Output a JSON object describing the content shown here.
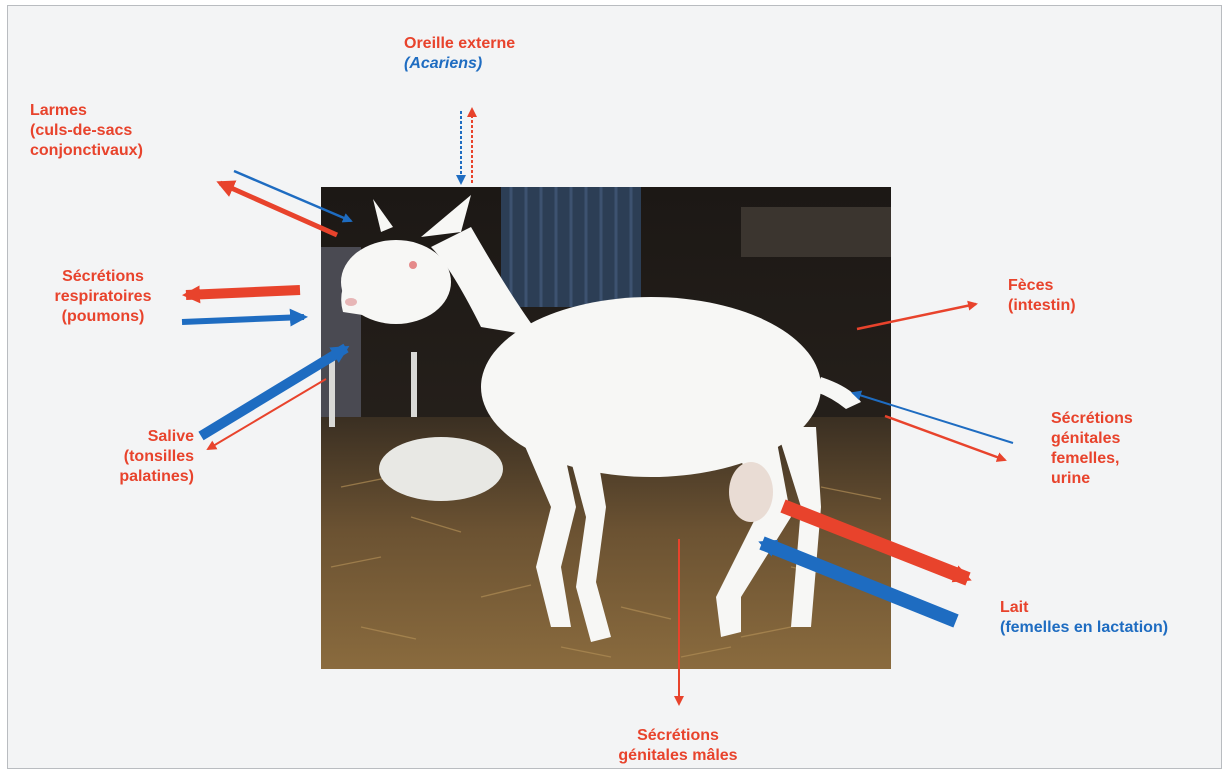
{
  "colors": {
    "excretion_red": "#e8432c",
    "entry_blue": "#1e6cc1",
    "background": "#f3f4f5"
  },
  "labels": {
    "oreille": {
      "line1": "Oreille externe",
      "line2": "(Acariens)"
    },
    "larmes": {
      "line1": "Larmes",
      "line2": "(culs-de-sacs",
      "line3": "conjonctivaux)"
    },
    "respiratoires": {
      "line1": "Sécrétions",
      "line2": "respiratoires",
      "line3": "(poumons)"
    },
    "salive": {
      "line1": "Salive",
      "line2": "(tonsilles",
      "line3": "palatines)"
    },
    "feces": {
      "line1": "Fèces",
      "line2": "(intestin)"
    },
    "genitales_femelles": {
      "line1": "Sécrétions",
      "line2": "génitales",
      "line3": "femelles,",
      "line4": "urine"
    },
    "lait": {
      "line1": "Lait",
      "line2": "(femelles en lactation)"
    },
    "genitales_males": {
      "line1": "Sécrétions",
      "line2": "génitales mâles"
    }
  },
  "photo": {
    "subject": "white-goat-photo"
  }
}
